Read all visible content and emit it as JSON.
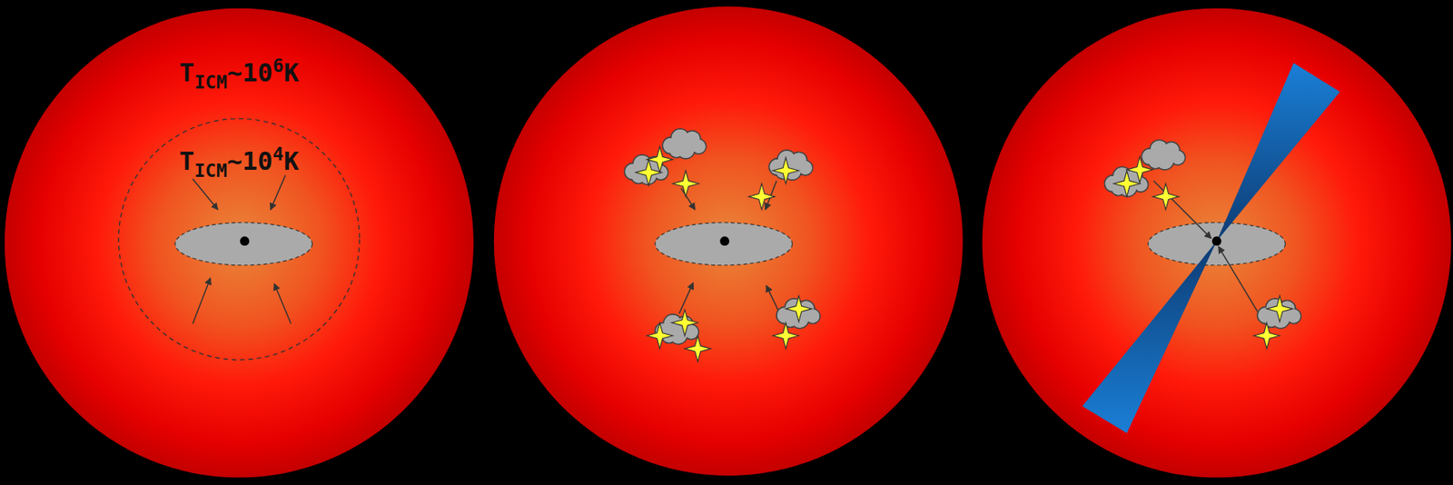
{
  "diagram": {
    "labels": [
      "T",
      "ICM",
      "~10",
      "6",
      "K",
      "T",
      "ICM",
      "~10",
      "4",
      "K"
    ]
  }
}
